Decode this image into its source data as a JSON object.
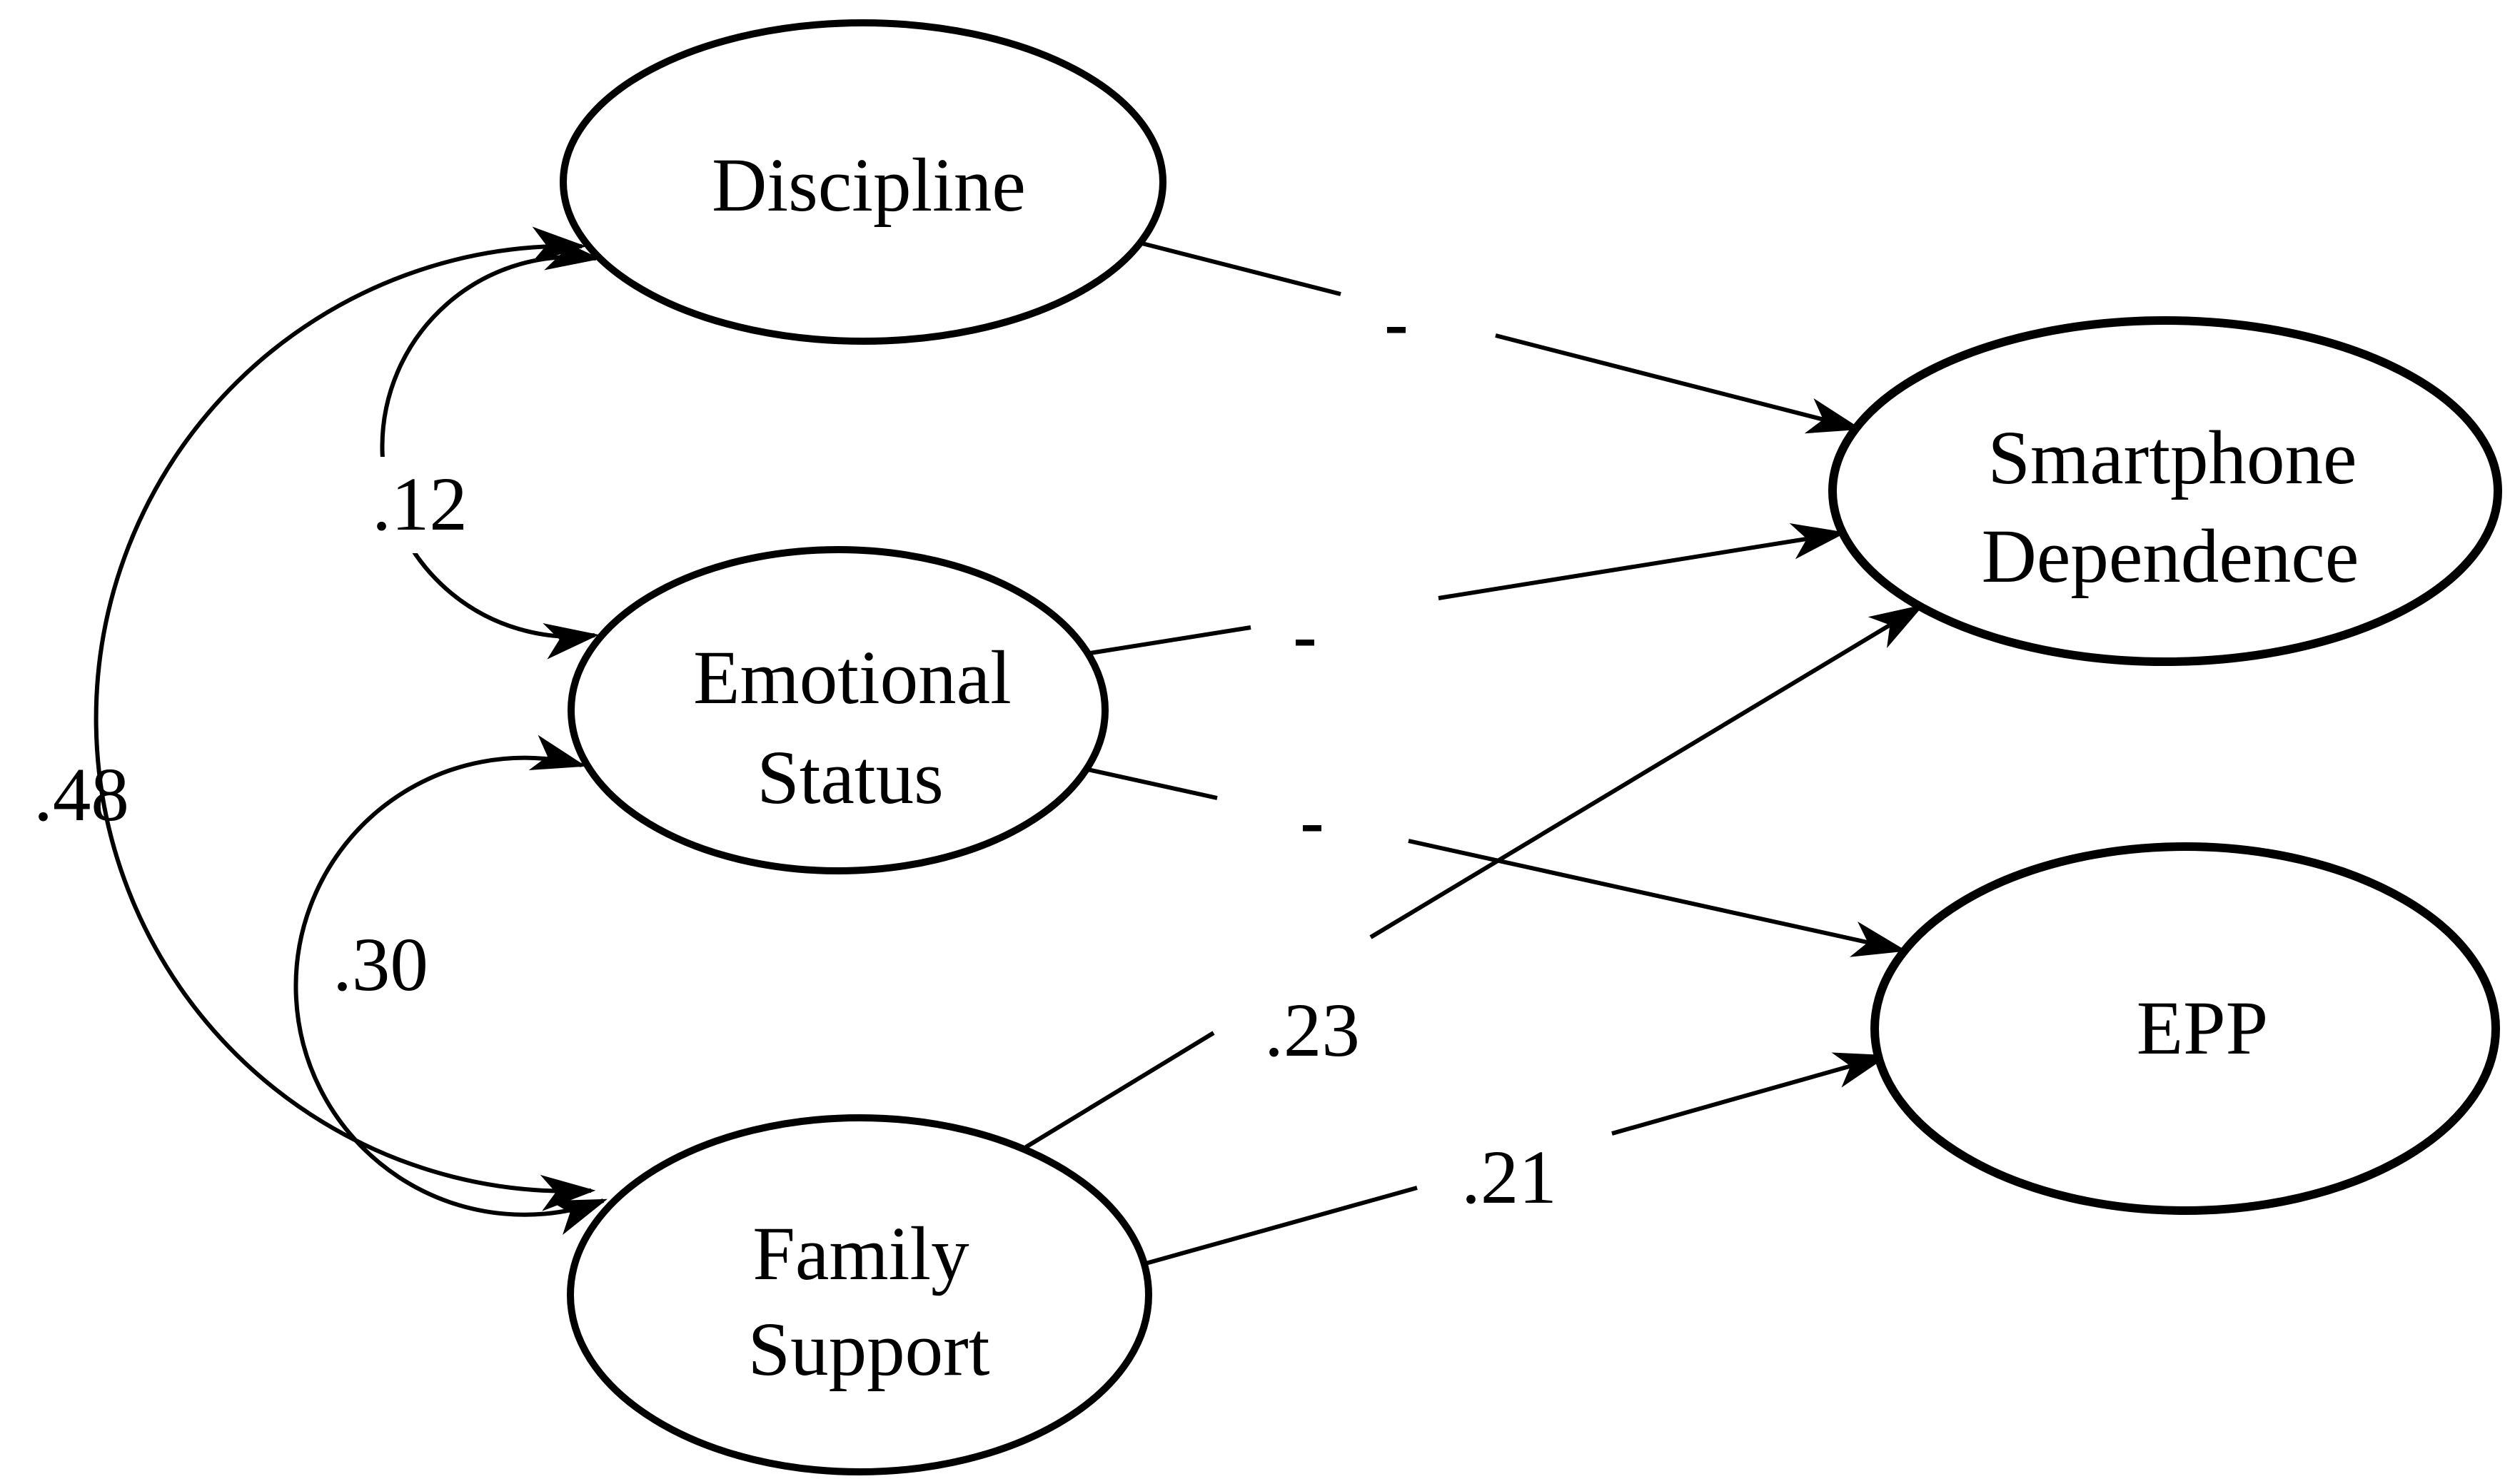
{
  "diagram": {
    "type": "sem-path-diagram",
    "background_color": "#ffffff",
    "line_color": "#000000",
    "nodes": [
      {
        "id": "discipline",
        "shape": "ellipse",
        "label_lines": [
          "Discipline"
        ]
      },
      {
        "id": "emotional-status",
        "shape": "ellipse",
        "label_lines": [
          "Emotional",
          "Status"
        ]
      },
      {
        "id": "family-support",
        "shape": "ellipse",
        "label_lines": [
          "Family",
          "Support"
        ]
      },
      {
        "id": "smartphone-dependence",
        "shape": "ellipse",
        "label_lines": [
          "Smartphone",
          "Dependence"
        ]
      },
      {
        "id": "epp",
        "shape": "ellipse",
        "label_lines": [
          "EPP"
        ]
      }
    ],
    "paths": [
      {
        "from": "Discipline",
        "to": "Smartphone Dependence",
        "coefficient": "-"
      },
      {
        "from": "Emotional Status",
        "to": "Smartphone Dependence",
        "coefficient": "-"
      },
      {
        "from": "Emotional Status",
        "to": "EPP",
        "coefficient": "-"
      },
      {
        "from": "Family Support",
        "to": "Smartphone Dependence",
        "coefficient": ".23"
      },
      {
        "from": "Family Support",
        "to": "EPP",
        "coefficient": ".21"
      }
    ],
    "covariances": [
      {
        "between": [
          "Discipline",
          "Emotional Status"
        ],
        "coefficient": ".12"
      },
      {
        "between": [
          "Discipline",
          "Family Support"
        ],
        "coefficient": ".48"
      },
      {
        "between": [
          "Emotional Status",
          "Family Support"
        ],
        "coefficient": ".30"
      }
    ]
  }
}
